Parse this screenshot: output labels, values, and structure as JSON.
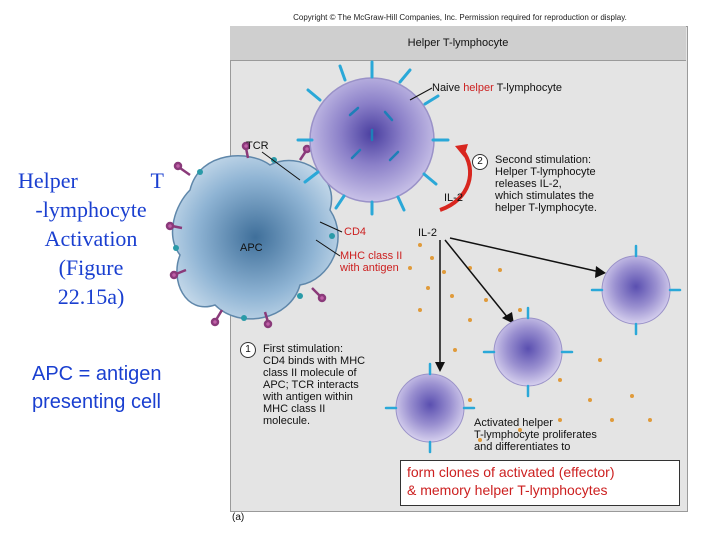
{
  "copyright": "Copyright © The McGraw-Hill Companies, Inc. Permission required for reproduction or display.",
  "header_title": "Helper T-lymphocyte",
  "slide_title": {
    "line1_a": "Helper",
    "line1_b": "T",
    "line2": "-lymphocyte",
    "line3": "Activation",
    "line4": "(Figure",
    "line5": "22.15a)"
  },
  "apc_definition": {
    "term": "APC",
    "rest_line1": " = antigen",
    "line2": "presenting cell"
  },
  "labels": {
    "naive_prefix": "Naive ",
    "naive_helper": "helper",
    "naive_suffix": " T-lymphocyte",
    "tcr": "TCR",
    "apc": "APC",
    "cd4": "CD4",
    "il2_upper": "IL-2",
    "il2_lower": "IL-2",
    "mhc_line1": "MHC class II",
    "mhc_line2": "with antigen",
    "panel_letter": "(a)"
  },
  "step1": {
    "number": "1",
    "lines": [
      "First stimulation:",
      "CD4 binds with MHC",
      "class II molecule of",
      "APC; TCR interacts",
      "with antigen within",
      "MHC class II",
      "molecule."
    ]
  },
  "step2": {
    "number": "2",
    "lines": [
      "Second stimulation:",
      "Helper T-lymphocyte",
      "releases IL-2,",
      "which stimulates the",
      "helper T-lymphocyte."
    ]
  },
  "activated": {
    "lines": [
      "Activated helper",
      "T-lymphocyte proliferates",
      "and differentiates to"
    ]
  },
  "callout": {
    "line1": "form clones of activated (effector)",
    "line2": "& memory helper T-lymphocytes"
  },
  "colors": {
    "title_blue": "#1a3fd0",
    "callout_red": "#cc1f1f",
    "tcell_purple": "#7f6fbf",
    "apc_blue": "#7fa7c9",
    "receptor_blue": "#2aa8d8",
    "il2_orange": "#e09a3a"
  }
}
